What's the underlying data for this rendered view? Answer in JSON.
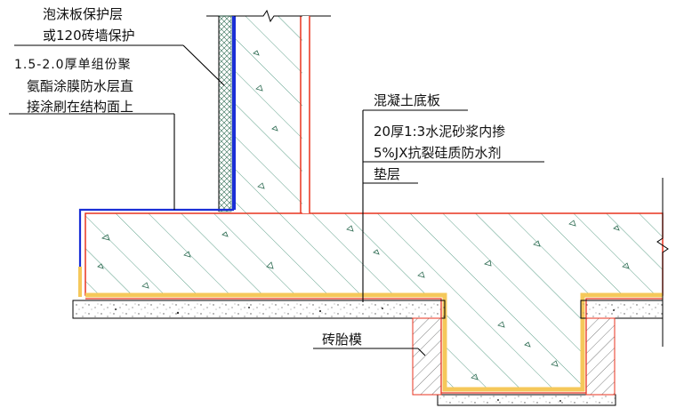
{
  "labels": {
    "foam_protection": "泡沫板保护层",
    "brick_wall_120": "或120砖墙保护",
    "pu_coating_1": "1.5-2.0厚单组份聚",
    "pu_coating_2": "氨酯涂膜防水层直",
    "pu_coating_3": "接涂刷在结构面上",
    "concrete_base_slab": "混凝土底板",
    "mortar_1": "20厚1:3水泥砂浆内掺",
    "mortar_2": "5%JX抗裂硅质防水剂",
    "cushion": "垫层",
    "brick_mould": "砖胎模"
  },
  "colors": {
    "waterproof_coating": "#1a2fd6",
    "mortar_layer": "#e8331f",
    "crack_resistant_fill": "#f5c85a",
    "concrete_hatch": "#3a8a6e",
    "cushion_stipple": "#555555",
    "leader_line": "#000000"
  }
}
